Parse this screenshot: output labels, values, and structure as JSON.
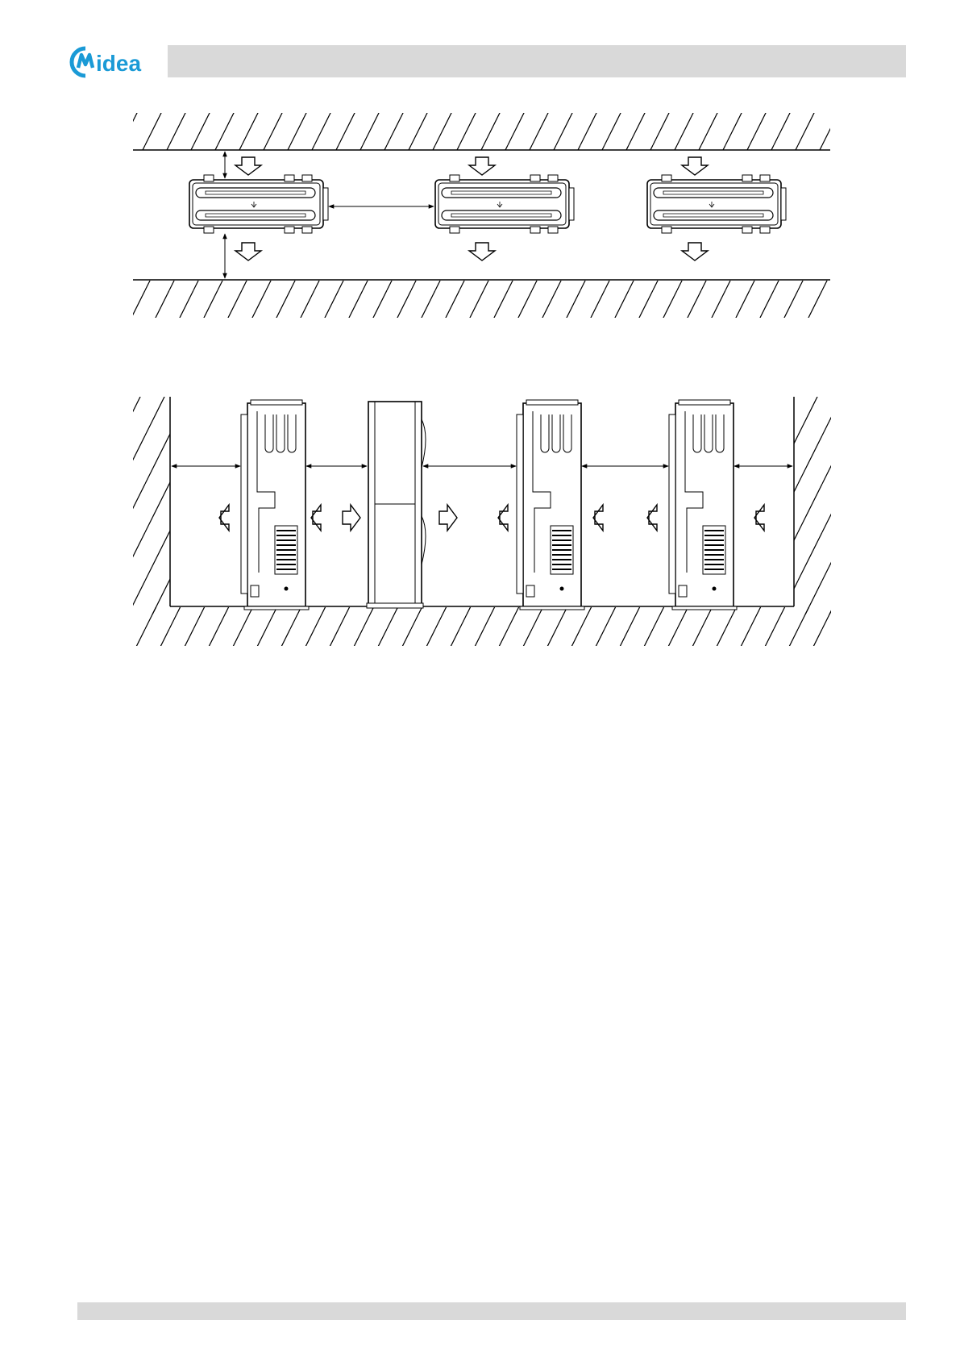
{
  "header": {
    "logo_text": "Midea"
  },
  "colors": {
    "brand": "#1a9ad6",
    "bar": "#d9d9d9",
    "line": "#000000"
  },
  "figures": [
    {
      "name": "top-view-clearance-diagram",
      "units": 3,
      "icons": [
        "down-arrow-icon"
      ]
    },
    {
      "name": "front-view-clearance-diagram",
      "units": 4,
      "icons": [
        "left-arrow-icon",
        "right-arrow-icon"
      ]
    }
  ]
}
